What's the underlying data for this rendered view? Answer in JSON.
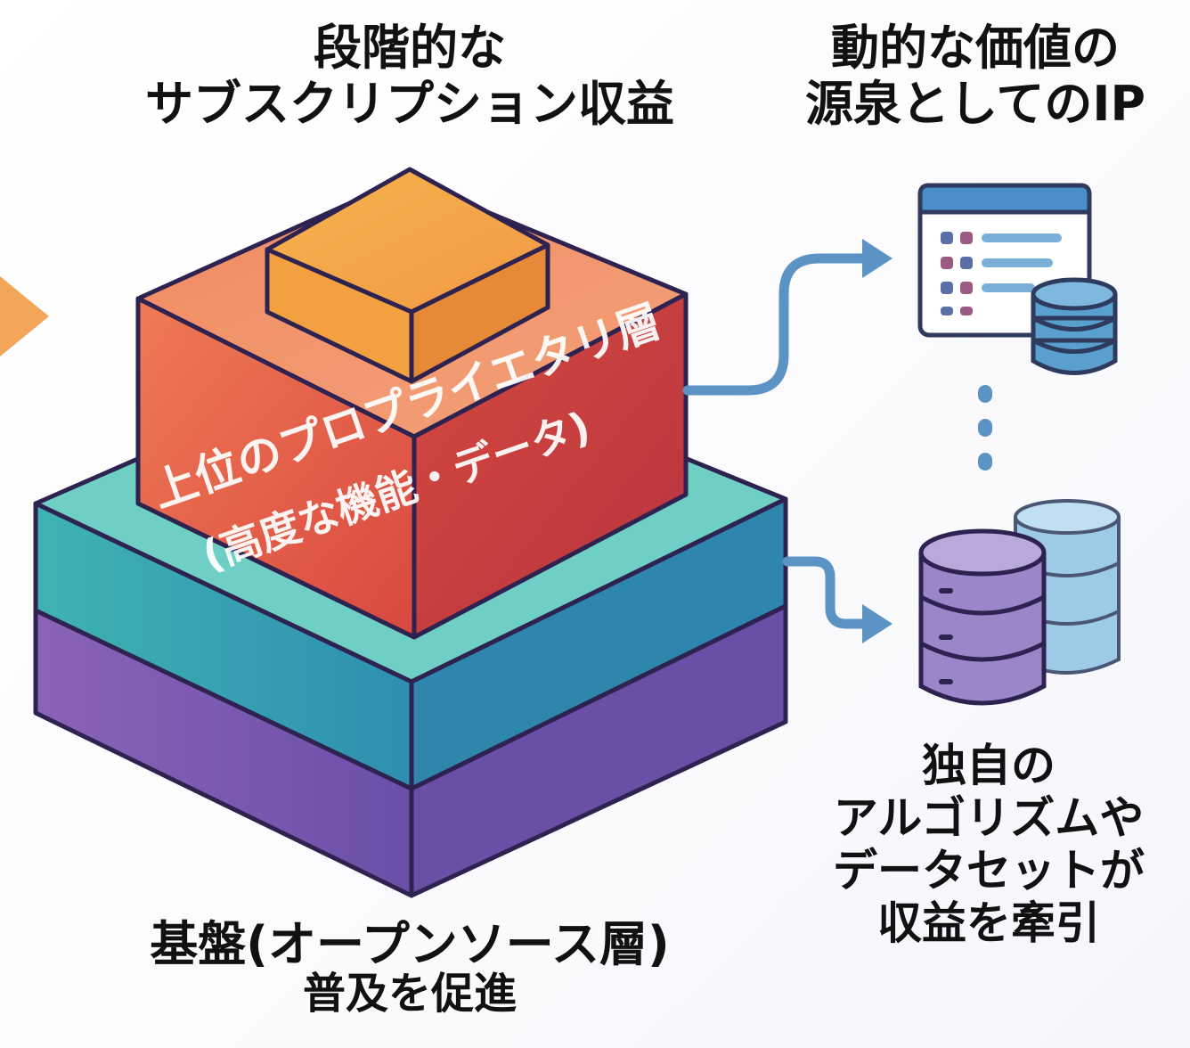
{
  "headings": {
    "tiered_revenue": [
      "段階的な",
      "サブスクリプション収益"
    ],
    "dynamic_ip": [
      "動的な価値の",
      "源泉としてのIP"
    ]
  },
  "layers": {
    "top": [
      "上位のプロプライエタリ層",
      "(高度な機能・データ)"
    ],
    "base": [
      "基盤(オープンソース層)",
      "普及を促進"
    ]
  },
  "proprietary_caption": [
    "独自の",
    "アルゴリズムや",
    "データセットが",
    "収益を牽引"
  ],
  "icons": [
    "chevron-right-arrow",
    "flow-arrow",
    "dashboard-window-icon",
    "database-icon",
    "vertical-ellipsis",
    "database-stack-icon"
  ],
  "colors": {
    "cap_block": "#f1a64a",
    "proprietary_layer": "#e8674a",
    "teal_layer": "#3fb3b3",
    "purple_layer": "#7a5fb0",
    "outline": "#2e2350",
    "arrows": "#5b93c4",
    "pointer": "#f3a55a"
  }
}
